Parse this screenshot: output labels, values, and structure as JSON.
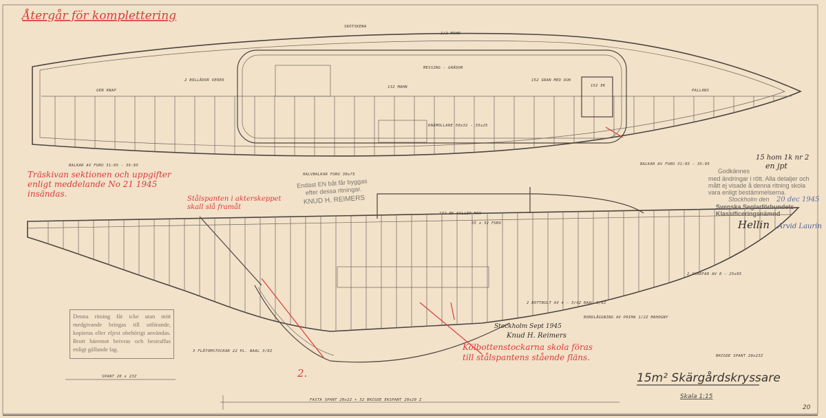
{
  "drawing": {
    "title": "15m² Skärgårdskryssare",
    "scale": "Skala 1:15",
    "sheet_number": "20"
  },
  "annotations_red": {
    "header": "Återgår för komplettering",
    "sections_note_1": "Träskivan sektionen och uppgifter",
    "sections_note_2": "enligt meddelande No 21 1945",
    "sections_note_3": "insändas.",
    "steel_frames_1": "Stålspanten i akterskeppet",
    "steel_frames_2": "skall slå framåt",
    "floors_1": "Kölbottenstockarna skola föras",
    "floors_2": "till stålspantens stående fläns.",
    "numeral": "2."
  },
  "approval_stamp": {
    "line1": "Godkännes",
    "handwritten": "en jpt",
    "line2": "med ändringar i rött. Alla detaljer och",
    "line3": "mått ej visade å denna ritning skola",
    "line4": "vara enligt bestämmelserna.",
    "place": "Stockholm den",
    "date": "20 dec 1945",
    "org": "Svenska Seglarförbundets Klassificeringsnämnd",
    "signature": "Hellin",
    "signature2": "Arvid Laurin"
  },
  "builder_stamp": {
    "line1": "Endast EN båt får byggas",
    "line2": "efter dessa ritningar.",
    "name": "KNUD H. REIMERS"
  },
  "copyright_notice": "Denna ritning får icke utan mitt medgivande bringas till utförande, kopieras eller eljest obehörigt användas. Brott häremot beivras och bestraffas enligt gällande lag.",
  "designer_signature": {
    "place_date": "Stockholm Sept 1945",
    "name": "Knud H. Reimers"
  },
  "handwritten_ref": "15 hom 1k nr 2",
  "plan_labels": {
    "sheet_rail": "SKOTSKENA",
    "mahn": "1/2 MAHN",
    "knap": "GEN KNAP",
    "drawers": "2 BOLLÄDOR VERER",
    "brass": "MESSING - GRÄDOR",
    "mahn132": "132 MAHN",
    "gran": "152 GRAN MED DUK",
    "ek152": "152 EK",
    "pallans": "PALLANS",
    "knees": "KNÄMOLLARE 50x32 - 35x25",
    "beams_left": "BALKAR AV FURU 31:85 - 35:95",
    "beams_right": "BALKAR AV FURU 31:95 - 35:95",
    "half_beams": "HALVBALKAR FURU 30x75"
  },
  "profile_labels": {
    "coaming": "132 EK KULLER MAH",
    "stringer": "55 x 32 FURU",
    "frame_bottom": "BRIGDE SPANT 20x23Z",
    "spant": "SPANT 20 x 23Z",
    "frames_note": "FASTA SPANT 20x22 + 32     BRIGDE EKSPANT 20x20 Z",
    "floors_note": "3 FLÄTOMSTOCKAR 22 PL. BAAL 3/8Z",
    "planking": "BORDLÄGGNING AV PRIMA 1/2Z MAHOGNY",
    "stem": "2 SKARFAR AV 8 — 25x95",
    "bolts": "2 BOTTBULT AV 4 — 3/4Z BAAL 3/8Z"
  }
}
